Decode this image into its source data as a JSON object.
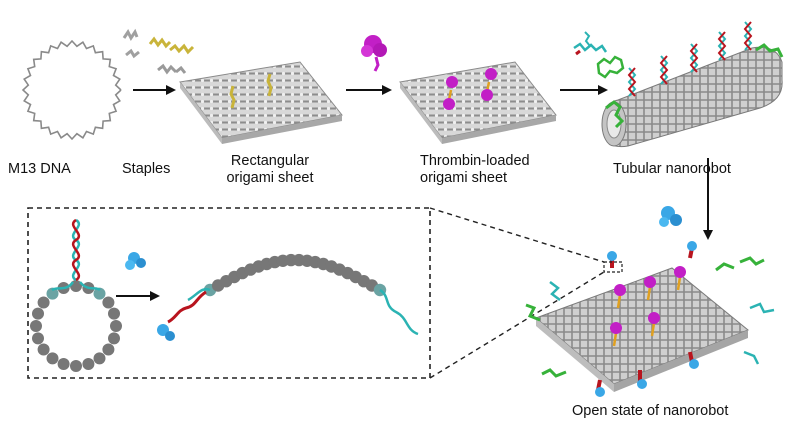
{
  "labels": {
    "m13": "M13 DNA",
    "staples": "Staples",
    "rect_sheet_line1": "Rectangular",
    "rect_sheet_line2": "origami sheet",
    "thrombin_line1": "Thrombin-loaded",
    "thrombin_line2": "origami sheet",
    "tubular": "Tubular nanorobot",
    "open_state": "Open state of nanorobot"
  },
  "colors": {
    "grid": "#8c8c8c",
    "grid_light": "#b9b9b9",
    "staple_gold": "#c9b43a",
    "staple_gray": "#9a9a9a",
    "thrombin": "#c21fc6",
    "aptamer_teal": "#2bb3b3",
    "aptamer_red": "#b8141e",
    "green_ligand": "#37b23a",
    "nucleolin_blue": "#3aa7e6",
    "bead_gray": "#777777",
    "arrow": "#111111"
  },
  "icons": [
    "circular-m13-dna-icon",
    "staple-strands-icon",
    "thrombin-protein-icon",
    "nucleolin-protein-icon",
    "dna-double-helix-icon"
  ]
}
